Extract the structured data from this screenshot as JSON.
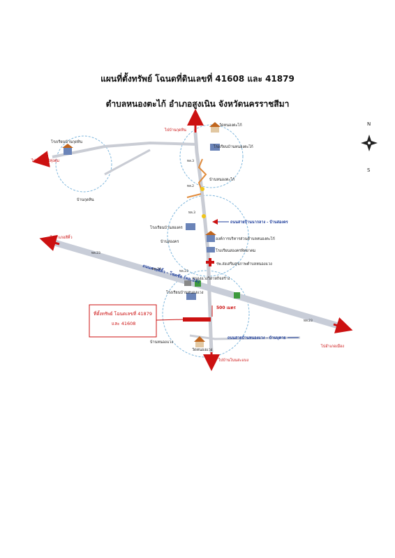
{
  "title_line1": "แผนที่ตั้งทรัพย์ โฉนดที่ดินเลขที่  41608 และ 41879",
  "title_line2": "ตำบลหนองตะไก้  อำเภอสูงเนิน  จังหวัดนครราชสีมา",
  "compass": {
    "north": "N",
    "south": "S"
  },
  "colors": {
    "highway": "#c8cdd8",
    "local_road": "#c9ccd4",
    "circle": "#7fb7dd",
    "arrow": "#cc1111",
    "road_name": "#1f3f9c",
    "property_box": "#cc1111"
  },
  "destinations": {
    "kud_nin": "ไปบ้านกุดหิน",
    "mai_thuen": "ไปบ้านใหม่ทุ่งตุ่ม",
    "west_highway": "ไปอำเภอสีคิ้ว",
    "east_highway": "ไปอำเภอเมือง",
    "south": "ไปบ้านโนนสะแบง"
  },
  "places": {
    "wat_nong_takai": "วัดหนองตะไก้",
    "school_nong_takai": "โรงเรียนบ้านหนองตะไก้",
    "village_nong_takai": "บ้านหนองตะไก้",
    "school_kud_nin": "โรงเรียนบ้านกุดหิน",
    "village_kud_nin": "บ้านกุดหิน",
    "school_song_khon": "โรงเรียนบ้านสองคร",
    "village_song_khon": "บ้านสองคร",
    "tambon_office": "องค์การบริหารส่วนตำบลหนองตะไก้",
    "school_phitthayakhom": "โรงเรียนสองครพิทยาคม",
    "hospital": "รพ.ส่งเสริมสุขภาพตำบลหนองแวง",
    "school_nong_waeng": "โรงเรียนบ้านหนองแวง",
    "bank": "หนองแวงวิสาหกิจสร้าง",
    "village_nong_waeng": "บ้านหนองแวง",
    "wat_nong_waeng": "วัดหนองแวง"
  },
  "roads": {
    "road_na_klang": "ถนนสายบ้านนากลาง - บ้านสองคร",
    "highway_name": "ถนนสายสีคิ้ว - โชคชัย (ทล.24)",
    "road_nong_waeng": "ถนนสายบ้านหนองแวง - บ้านบุคาย"
  },
  "route_markers": {
    "top_1": "ทล.3",
    "top_2": "ทล.2",
    "mid": "ทล.3",
    "hw_left": "ทล.23",
    "hw_center": "ทล.23",
    "hw_right": "ทล.23",
    "hw_label": "ทล.24"
  },
  "property": {
    "label_line1": "ที่ตั้งทรัพย์ โฉนดเลขที่  41879",
    "label_line2": "และ  41608"
  },
  "distance": "500 เมตร"
}
